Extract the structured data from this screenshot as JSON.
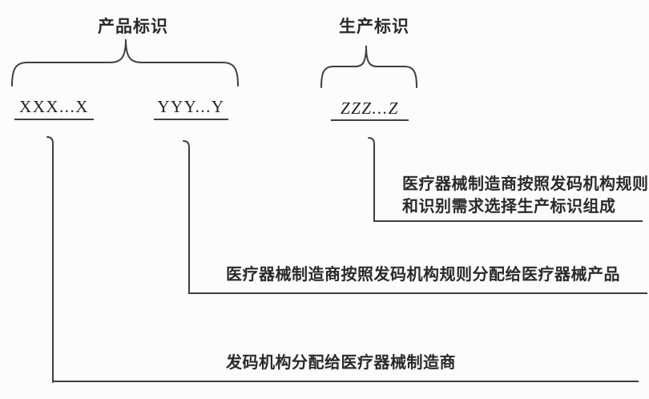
{
  "groups": {
    "product": {
      "label": "产品标识"
    },
    "production": {
      "label": "生产标识"
    }
  },
  "codes": {
    "x": "XXX...X",
    "y": "YYY...Y",
    "z": "ZZZ...Z"
  },
  "annotations": {
    "z_line1": "医疗器械制造商按照发码机构规则",
    "z_line2": "和识别需求选择生产标识组成",
    "y": "医疗器械制造商按照发码机构规则分配给医疗器械产品",
    "x": "发码机构分配给医疗器械制造商"
  },
  "colors": {
    "line": "#3f3f3f",
    "text": "#262626",
    "background": "#fcfcfc"
  }
}
